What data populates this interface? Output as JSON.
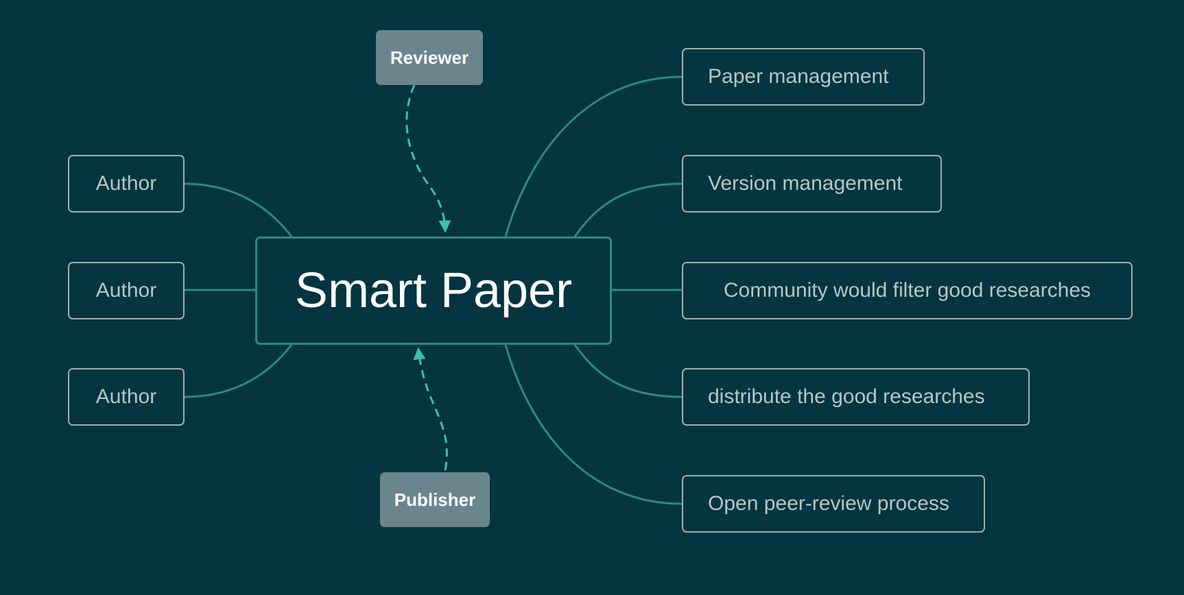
{
  "central": {
    "label": "Smart Paper"
  },
  "inputs": {
    "top": {
      "label": "Reviewer"
    },
    "bottom": {
      "label": "Publisher"
    }
  },
  "authors": [
    {
      "label": "Author"
    },
    {
      "label": "Author"
    },
    {
      "label": "Author"
    }
  ],
  "features": [
    {
      "label": "Paper management"
    },
    {
      "label": "Version management"
    },
    {
      "label": "Community would filter good researches"
    },
    {
      "label": "distribute the good researches"
    },
    {
      "label": "Open peer-review process"
    }
  ],
  "colors": {
    "background": "#043540",
    "connector": "#2a8a86",
    "dashed_connector": "#3cc0b0",
    "outline_border": "#9fb0b0",
    "outline_text": "#b7c6c4",
    "filled_node": "#6b858e"
  }
}
